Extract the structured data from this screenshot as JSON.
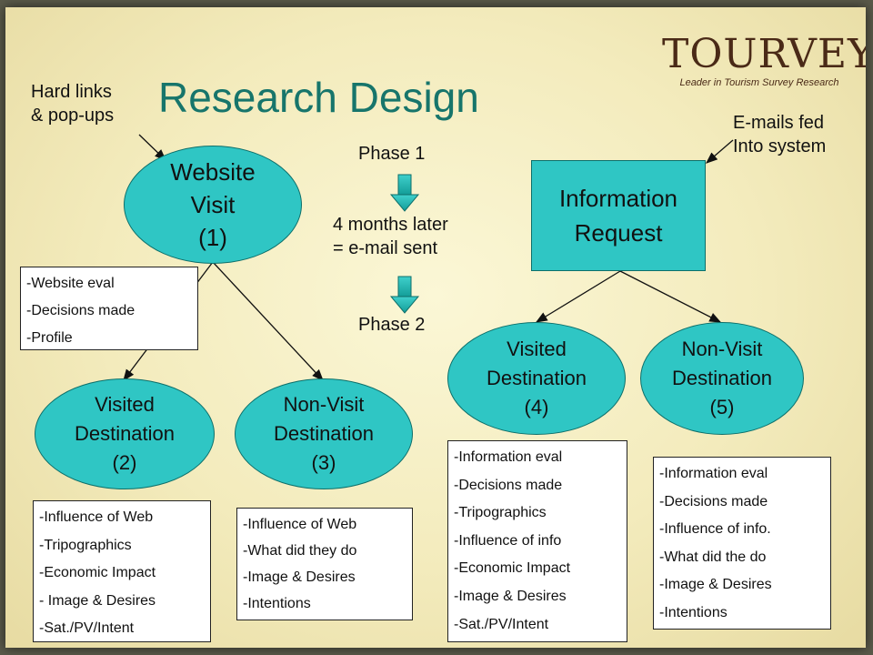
{
  "title": "Research Design",
  "logo": {
    "name": "TOURVEY",
    "tagline": "Leader in Tourism Survey Research"
  },
  "notes": {
    "hard_links": [
      "Hard links",
      "& pop-ups"
    ],
    "emails_fed": [
      "E-mails fed",
      "Into system"
    ]
  },
  "phases": {
    "phase1": "Phase 1",
    "middle": [
      "4 months later",
      "= e-mail sent"
    ],
    "phase2": "Phase 2"
  },
  "nodes": {
    "website_visit": [
      "Website",
      "Visit",
      "(1)"
    ],
    "information_request": [
      "Information",
      "Request"
    ],
    "visited_2": [
      "Visited",
      "Destination",
      "(2)"
    ],
    "nonvisit_3": [
      "Non-Visit",
      "Destination",
      "(3)"
    ],
    "visited_4": [
      "Visited",
      "Destination",
      "(4)"
    ],
    "nonvisit_5": [
      "Non-Visit",
      "Destination",
      "(5)"
    ]
  },
  "boxes": {
    "website_eval": [
      "-Website eval",
      "-Decisions made",
      "-Profile"
    ],
    "box2": [
      "-Influence of Web",
      "-Tripographics",
      "-Economic Impact",
      "- Image & Desires",
      "-Sat./PV/Intent"
    ],
    "box3": [
      "-Influence of Web",
      "-What did they do",
      "-Image & Desires",
      "-Intentions"
    ],
    "box4": [
      "-Information eval",
      "-Decisions made",
      "-Tripographics",
      "-Influence of info",
      "-Economic Impact",
      "-Image & Desires",
      "-Sat./PV/Intent"
    ],
    "box5": [
      "-Information eval",
      "-Decisions made",
      "-Influence of info.",
      "-What did the do",
      "-Image & Desires",
      "-Intentions"
    ]
  },
  "colors": {
    "node_fill": "#2fc6c4",
    "title": "#17756b",
    "logo": "#4a2a17",
    "background": "#f3ebbc"
  }
}
